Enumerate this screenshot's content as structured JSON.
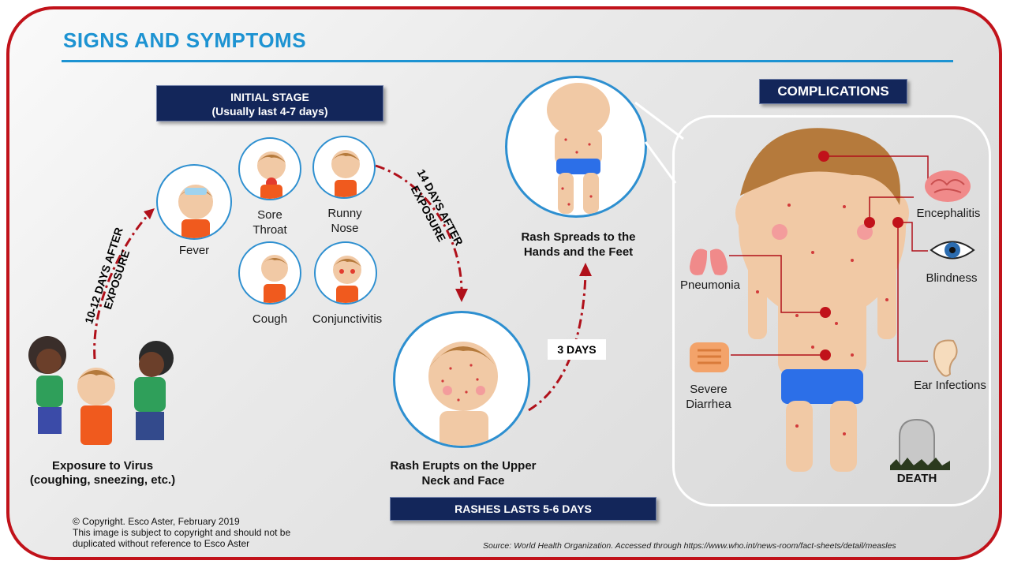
{
  "title": "SIGNS AND SYMPTOMS",
  "initial_stage": {
    "line1": "INITIAL STAGE",
    "line2": "(Usually last 4-7 days)"
  },
  "complications_header": "COMPLICATIONS",
  "rashes_lasts": "RASHES LASTS 5-6 DAYS",
  "timeline": {
    "days_10_12_line1": "10-12  DAYS  AFTER",
    "days_10_12_line2": "EXPOSURE",
    "days_14_line1": "14  DAYS  AFTER",
    "days_14_line2": "EXPOSURE",
    "three_days": "3 DAYS"
  },
  "symptoms": {
    "fever": "Fever",
    "sore_throat_1": "Sore",
    "sore_throat_2": "Throat",
    "runny_nose_1": "Runny",
    "runny_nose_2": "Nose",
    "cough": "Cough",
    "conjunctivitis": "Conjunctivitis"
  },
  "stages": {
    "exposure_1": "Exposure to Virus",
    "exposure_2": "(coughing, sneezing, etc.)",
    "rash_erupts_1": "Rash Erupts on the Upper",
    "rash_erupts_2": "Neck and Face",
    "rash_spreads_1": "Rash Spreads to the",
    "rash_spreads_2": "Hands and the Feet"
  },
  "complications": {
    "encephalitis": "Encephalitis",
    "blindness": "Blindness",
    "pneumonia": "Pneumonia",
    "ear_infections": "Ear Infections",
    "severe_diarrhea_1": "Severe",
    "severe_diarrhea_2": "Diarrhea",
    "death": "DEATH"
  },
  "copyright": {
    "line1": "© Copyright. Esco Aster, February 2019",
    "line2": "This image is subject to copyright and should not be",
    "line3": "duplicated without reference to Esco Aster"
  },
  "source": "Source: World Health Organization. Accessed through https://www.who.int/news-room/fact-sheets/detail/measles",
  "colors": {
    "accent_blue": "#1d93d2",
    "navy": "#13265a",
    "red": "#c1121a",
    "arrow_red": "#b0101a"
  },
  "icons": [
    "brain-icon",
    "eye-icon",
    "lungs-icon",
    "ear-icon",
    "intestines-icon",
    "tombstone-icon"
  ]
}
